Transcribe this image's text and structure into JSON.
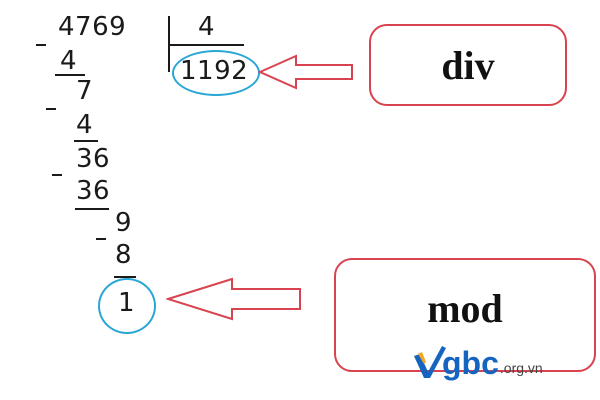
{
  "long_division": {
    "dividend": "4769",
    "divisor": "4",
    "quotient": "1192",
    "steps": [
      {
        "subtrahend": "4",
        "remainder": "7"
      },
      {
        "subtrahend": "4",
        "remainder": "36"
      },
      {
        "subtrahend": "36",
        "remainder": "9"
      },
      {
        "subtrahend": "8",
        "remainder": "1"
      }
    ],
    "final_remainder": "1"
  },
  "labels": {
    "div": "div",
    "mod": "mod"
  },
  "colors": {
    "highlight_circle": "#2aa6d6",
    "arrow_and_box": "#d9434f",
    "text": "#1a1a1a",
    "logo_blue": "#1565c0",
    "logo_orange": "#f5a623"
  },
  "watermark": {
    "brand": "gbc",
    "domain": ".org.vn"
  }
}
